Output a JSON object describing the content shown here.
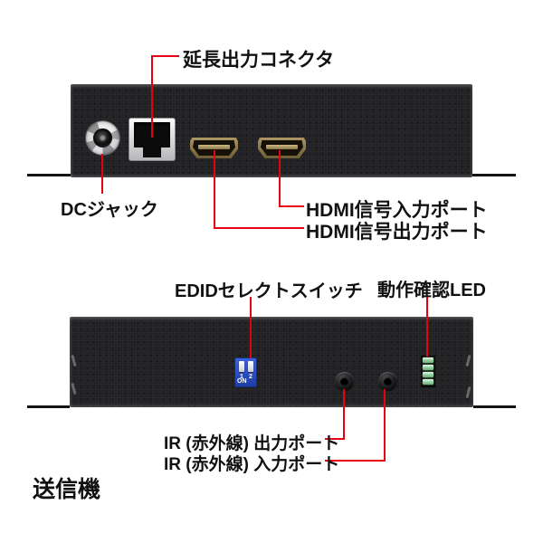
{
  "colors": {
    "callout": "#e60012",
    "chassis": "#202023",
    "text": "#111111",
    "dip_blue": "#1f3ea6",
    "led_green": "#9ed3a6",
    "hdmi_gold": "#8a7544"
  },
  "front_view": {
    "labels": {
      "extension_connector": "延長出力コネクタ",
      "dc_jack": "DCジャック",
      "hdmi_input": "HDMI信号入力ポート",
      "hdmi_output": "HDMI信号出力ポート"
    }
  },
  "rear_view": {
    "labels": {
      "edid_switch": "EDIDセレクトスイッチ",
      "status_led": "動作確認LED",
      "ir_output": "IR (赤外線) 出力ポート",
      "ir_input": "IR (赤外線) 入力ポート"
    },
    "dip_switch": {
      "pos1": "1",
      "pos2": "2",
      "on_label": "ON"
    }
  },
  "footer": {
    "unit_label": "送信機"
  }
}
